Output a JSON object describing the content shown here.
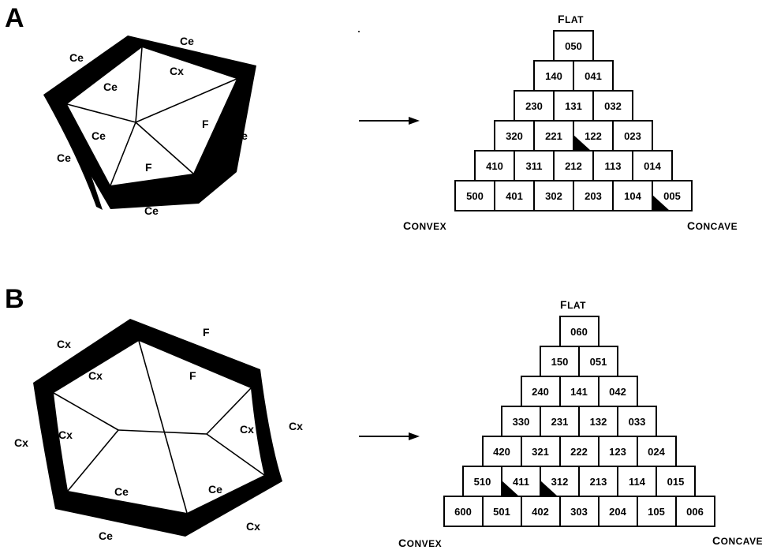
{
  "panel_a": {
    "letter": "A",
    "poly_labels": [
      "Ce",
      "Ce",
      "Ce",
      "Cx",
      "Ce",
      "F",
      "Ce",
      "Ce",
      "F",
      "Ce"
    ],
    "heading_top_big": "F",
    "heading_top_small": "LAT",
    "heading_left_big": "C",
    "heading_left_small": "ONVEX",
    "heading_right_big": "C",
    "heading_right_small": "ONCAVE",
    "rows": [
      [
        "050"
      ],
      [
        "140",
        "041"
      ],
      [
        "230",
        "131",
        "032"
      ],
      [
        "320",
        "221",
        "122",
        "023"
      ],
      [
        "410",
        "311",
        "212",
        "113",
        "014"
      ],
      [
        "500",
        "401",
        "302",
        "203",
        "104",
        "005"
      ]
    ],
    "marked_cells": [
      "122",
      "005"
    ]
  },
  "panel_b": {
    "letter": "B",
    "poly_labels": [
      "Cx",
      "F",
      "Cx",
      "F",
      "Cx",
      "Cx",
      "Cx",
      "Cx",
      "Ce",
      "Ce",
      "Ce",
      "Cx"
    ],
    "heading_top_big": "F",
    "heading_top_small": "LAT",
    "heading_left_big": "C",
    "heading_left_small": "ONVEX",
    "heading_right_big": "C",
    "heading_right_small": "ONCAVE",
    "rows": [
      [
        "060"
      ],
      [
        "150",
        "051"
      ],
      [
        "240",
        "141",
        "042"
      ],
      [
        "330",
        "231",
        "132",
        "033"
      ],
      [
        "420",
        "321",
        "222",
        "123",
        "024"
      ],
      [
        "510",
        "411",
        "312",
        "213",
        "114",
        "015"
      ],
      [
        "600",
        "501",
        "402",
        "303",
        "204",
        "105",
        "006"
      ]
    ],
    "marked_cells": [
      "411",
      "312"
    ]
  }
}
